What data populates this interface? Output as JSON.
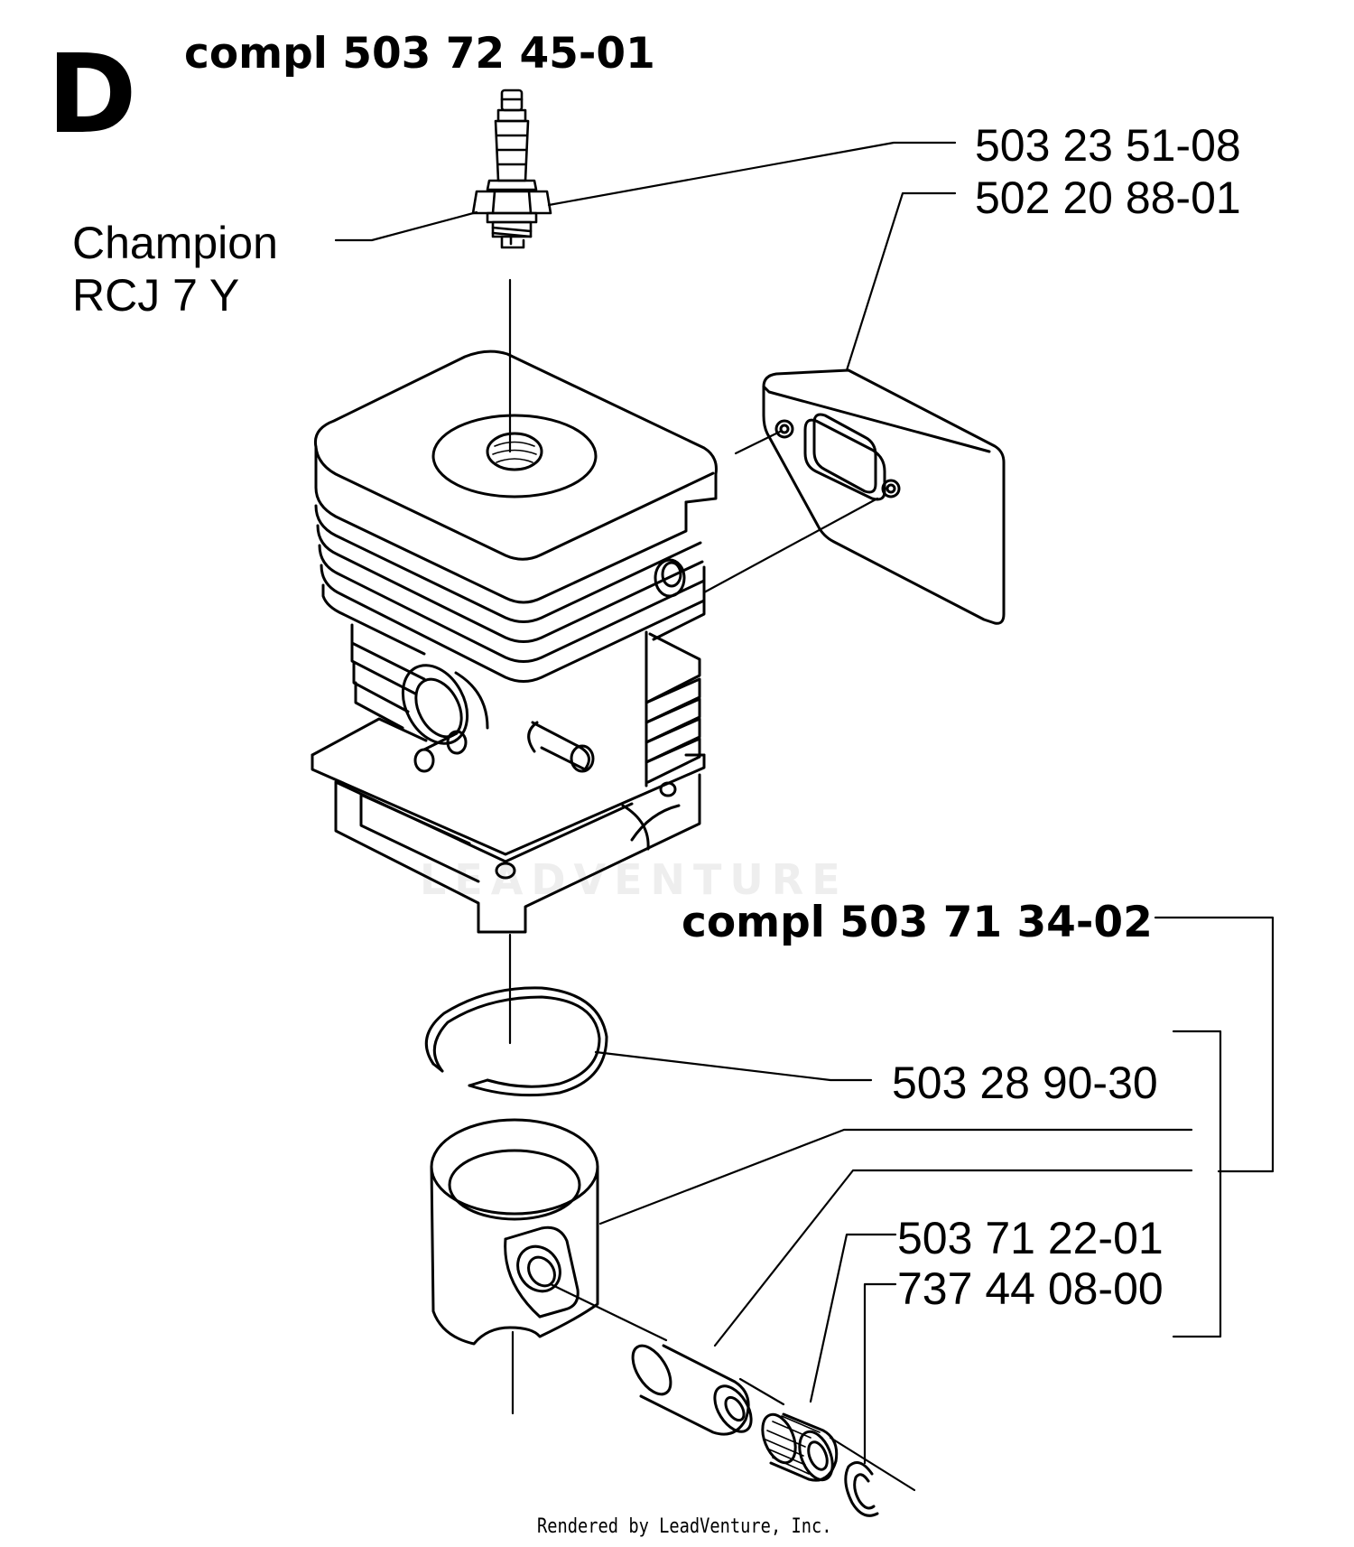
{
  "section": {
    "letter": "D"
  },
  "assemblies": {
    "cylinder_kit": "compl 503 72 45-01",
    "piston_kit": "compl 503 71 34-02"
  },
  "spark_plug": {
    "brand": "Champion",
    "model": "RCJ 7 Y"
  },
  "parts": {
    "spark_plug_part": "503 23 51-08",
    "gasket_part": "502 20 88-01",
    "piston_ring_part": "503 28 90-30",
    "piston_pin_part": "503 71 22-01",
    "bearing_part": "737 44 08-00"
  },
  "watermark": "LEADVENTURE",
  "footer": "Rendered by LeadVenture, Inc.",
  "colors": {
    "ink": "#000000",
    "watermark": "#eeeeee",
    "background": "#ffffff"
  }
}
